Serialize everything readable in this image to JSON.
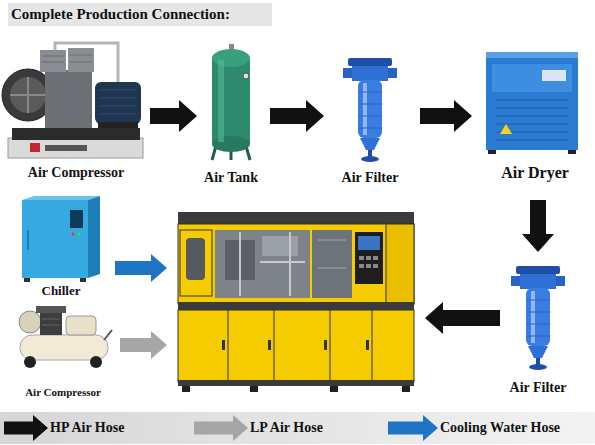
{
  "diagram": {
    "title": "Complete Production Connection:",
    "nodes": [
      {
        "text": [
          "Air Compressor"
        ]
      },
      {
        "text": [
          "Air Tank"
        ]
      },
      {
        "text": [
          "Air Filter"
        ]
      },
      {
        "text": [
          "Air Dryer"
        ]
      },
      {
        "text": [
          "Chiller"
        ]
      },
      {
        "text": []
      },
      {
        "text": [
          "Air Filter"
        ]
      },
      {
        "text": [
          "Air Compressor"
        ]
      }
    ],
    "edges": [
      {
        "from": 0,
        "to": 1,
        "arrow": "to"
      },
      {
        "from": 1,
        "to": 2,
        "arrow": "to"
      },
      {
        "from": 2,
        "to": 3,
        "arrow": "to"
      },
      {
        "from": 3,
        "to": 6,
        "arrow": "to"
      },
      {
        "from": 6,
        "to": 5,
        "arrow": "to"
      },
      {
        "from": 4,
        "to": 5,
        "arrow": "to"
      },
      {
        "from": 7,
        "to": 5,
        "arrow": "to"
      }
    ],
    "legend": [
      {
        "text": "HP Air Hose",
        "color": "#111111"
      },
      {
        "text": "LP Air Hose",
        "color": "#a6a6a6"
      },
      {
        "text": "Cooling Water Hose",
        "color": "#1f74c4"
      }
    ]
  }
}
